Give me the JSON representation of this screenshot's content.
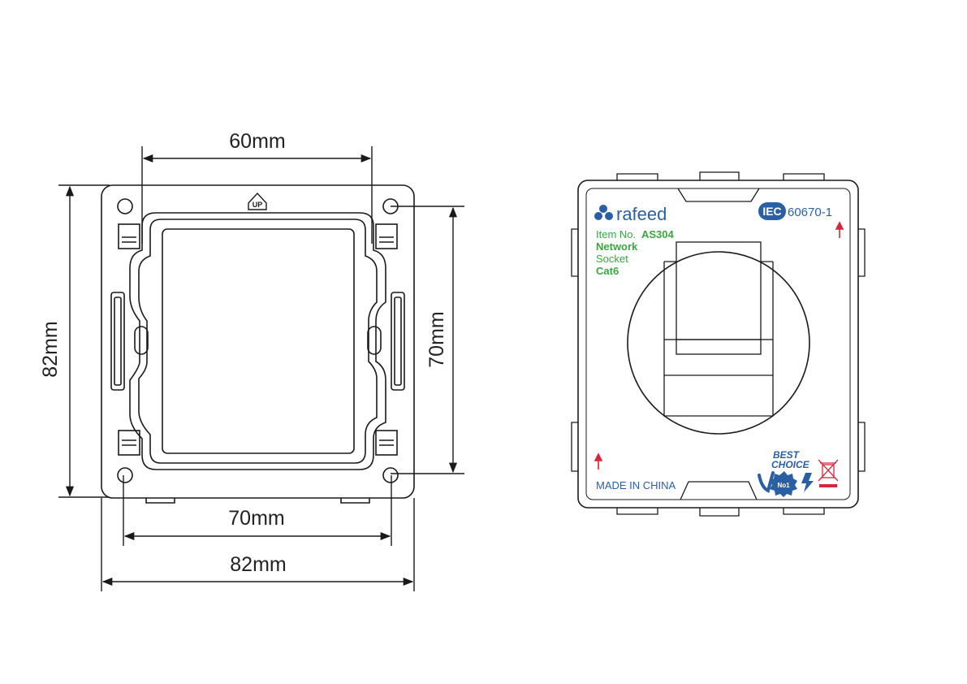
{
  "dimensions": {
    "top_width": "60mm",
    "left_height": "82mm",
    "right_height": "70mm",
    "bottom_inner_width": "70mm",
    "bottom_outer_width": "82mm"
  },
  "plate": {
    "up_mark": "UP"
  },
  "product": {
    "brand": "rafeed",
    "standard_badge": "IEC",
    "standard_number": "60670-1",
    "item_prefix": "Item No.",
    "item_number": "AS304",
    "line1": "Network",
    "line2": "Socket",
    "line3": "Cat6",
    "made_in": "MADE IN CHINA",
    "best": "BEST",
    "choice": "CHOICE",
    "no1": "No1"
  },
  "colors": {
    "line": "#1a1a1a",
    "brand_blue": "#2b5fa4",
    "green": "#3aa641",
    "arrow_red": "#d6263b",
    "bin_red": "#d6263b"
  },
  "icons": [
    "up-arrow-icon",
    "brand-logo-icon",
    "check-mark-icon",
    "no1-badge-icon",
    "bolt-icon",
    "crossed-bin-icon"
  ]
}
